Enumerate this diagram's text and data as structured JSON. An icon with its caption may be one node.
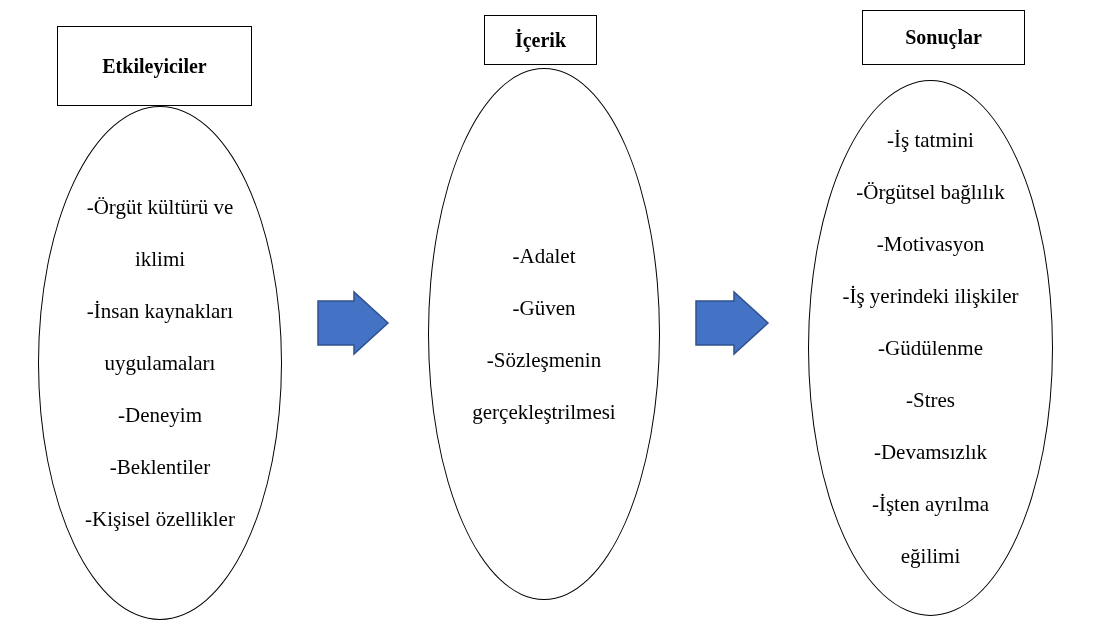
{
  "diagram": {
    "nodes": [
      {
        "text": [
          "Etkileyiciler"
        ]
      },
      {
        "text": [
          "İçerik"
        ]
      },
      {
        "text": [
          "Sonuçlar"
        ]
      },
      {
        "text": [
          "-Örgüt kültürü ve iklimi",
          "-İnsan kaynakları uygulamaları",
          "-Deneyim",
          "-Beklentiler",
          "-Kişisel özellikler"
        ]
      },
      {
        "text": [
          "-Adalet",
          "-Güven",
          "-Sözleşmenin gerçekleştrilmesi"
        ]
      },
      {
        "text": [
          "-İş tatmini",
          "-Örgütsel bağlılık",
          "-Motivasyon",
          "-İş yerindeki ilişkiler",
          "-Güdülenme",
          "-Stres",
          "-Devamsızlık",
          "-İşten ayrılma eğilimi"
        ]
      }
    ],
    "edges": [
      {
        "from": 3,
        "to": 4,
        "arrow": "to"
      },
      {
        "from": 4,
        "to": 5,
        "arrow": "to"
      }
    ]
  }
}
